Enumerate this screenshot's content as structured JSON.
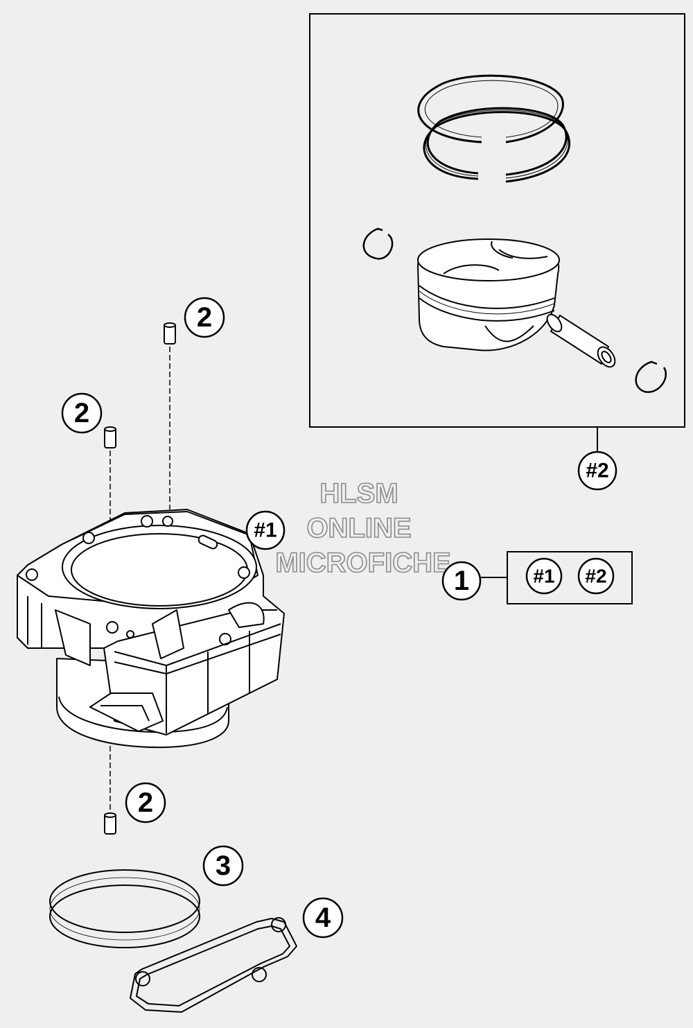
{
  "watermark": {
    "line1": "HLSM",
    "line2": "ONLINE",
    "line3": "MICROFICHE"
  },
  "callouts": {
    "dowel_top": "2",
    "dowel_upper_left": "2",
    "dowel_bottom": "2",
    "o_ring": "3",
    "base_gasket": "4",
    "cylinder_ref": "#1",
    "piston_kit_ref": "#2",
    "kit_item": "1"
  },
  "kit_legend": {
    "ref_a": "#1",
    "ref_b": "#2"
  },
  "colors": {
    "background": "#efefef",
    "line": "#000000",
    "watermark": "#8a8a8a",
    "part_fill": "#ffffff"
  }
}
